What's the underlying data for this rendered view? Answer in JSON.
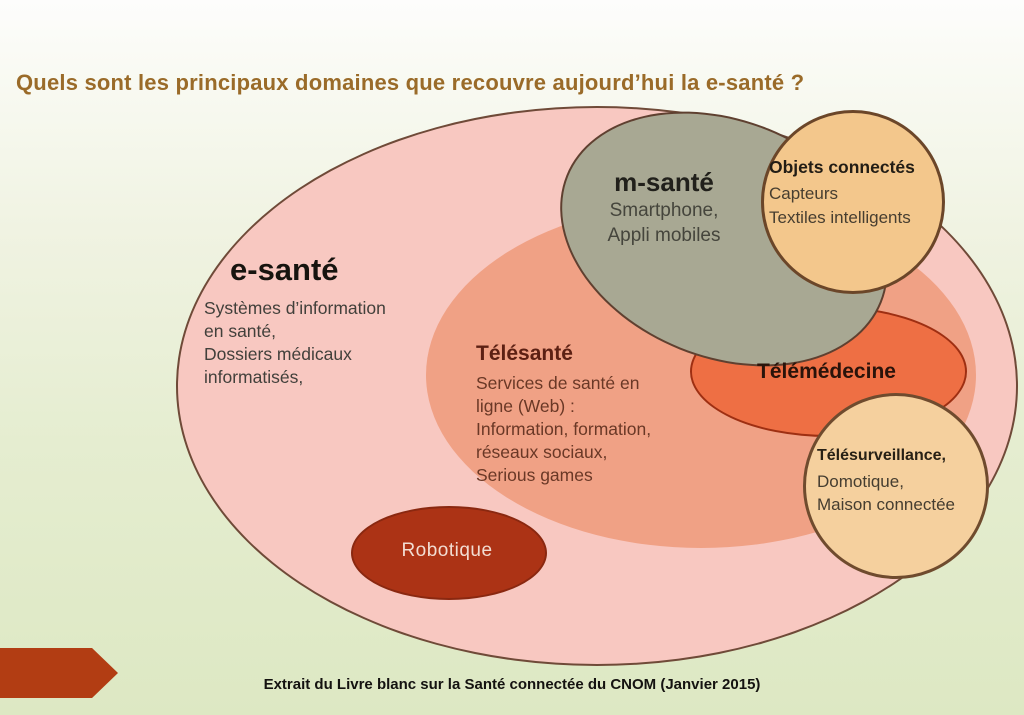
{
  "title": {
    "text": "Quels sont les principaux domaines que recouvre aujourd’hui la e-santé ?",
    "color": "#9a6b29"
  },
  "caption": {
    "text": "Extrait du Livre blanc sur la Santé connectée du CNOM (Janvier 2015)"
  },
  "regions": {
    "esante": {
      "heading": "e-santé",
      "lines": [
        "Systèmes d’information",
        "en santé,",
        "Dossiers médicaux",
        "informatisés,"
      ],
      "fill": "#f8c8c1",
      "border": "#6f4a38"
    },
    "telesante": {
      "heading": "Télésanté",
      "lines": [
        "Services de santé en",
        "ligne (Web) :",
        "Information, formation,",
        "réseaux sociaux,",
        "Serious games"
      ],
      "fill": "#f0a185"
    },
    "msante": {
      "heading": "m-santé",
      "lines": [
        "Smartphone,",
        "Appli mobiles"
      ],
      "fill": "#a8a893",
      "border": "#5f4030"
    },
    "objets_connectes": {
      "heading": "Objets connectés",
      "lines": [
        "Capteurs",
        "Textiles intelligents"
      ],
      "fill": "#f3c78c",
      "border": "#6b4629"
    },
    "telemedecine": {
      "heading": "Télémédecine",
      "fill": "#ee6f44",
      "border": "#9e2f12"
    },
    "telesurveillance": {
      "heading": "Télésurveillance,",
      "lines": [
        "Domotique,",
        "Maison connectée"
      ],
      "fill": "#f5d09e",
      "border": "#6f4b2e"
    },
    "robotique": {
      "heading": "Robotique",
      "fill": "#ac3315",
      "border": "#8a2810"
    }
  },
  "arrow_color": "#b23d13"
}
